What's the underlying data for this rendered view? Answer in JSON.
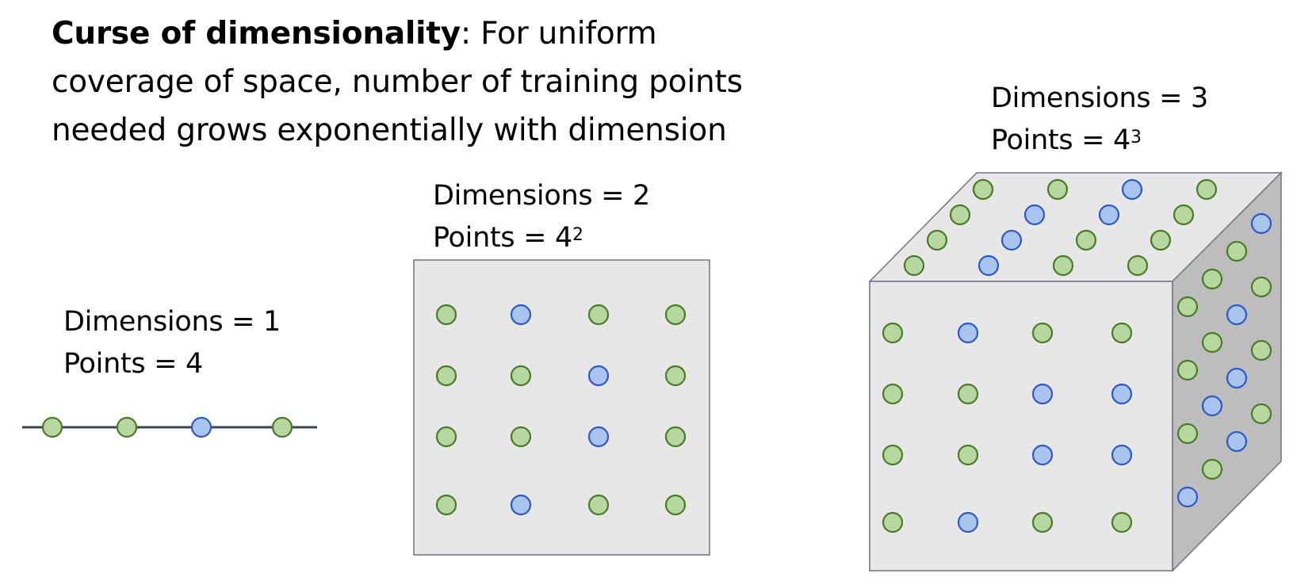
{
  "headline": {
    "bold": "Curse of dimensionality",
    "rest": ": For uniform",
    "line2": "coverage of space, number of training points",
    "line3": "needed grows exponentially with dimension"
  },
  "panels": [
    {
      "dimensions_text": "Dimensions = 1",
      "points_text": "Points = 4",
      "exponent": ""
    },
    {
      "dimensions_text": "Dimensions = 2",
      "points_text": "Points = 4",
      "exponent": "2"
    },
    {
      "dimensions_text": "Dimensions = 3",
      "points_text": "Points = 4",
      "exponent": "3"
    }
  ],
  "colors": {
    "green_fill": "#b7d7a0",
    "green_stroke": "#4a7a26",
    "blue_fill": "#a9c4ef",
    "blue_stroke": "#2e58c4",
    "face": "#e7e7e7",
    "side": "#bdbdbd",
    "edge": "#6e7480",
    "line": "#3a4450"
  },
  "points_1d": [
    "G",
    "G",
    "B",
    "G"
  ],
  "points_2d": [
    [
      "G",
      "B",
      "G",
      "G"
    ],
    [
      "G",
      "G",
      "B",
      "G"
    ],
    [
      "G",
      "G",
      "B",
      "G"
    ],
    [
      "G",
      "B",
      "G",
      "G"
    ]
  ],
  "points_3d_front": [
    [
      "G",
      "B",
      "G",
      "G"
    ],
    [
      "G",
      "G",
      "B",
      "B"
    ],
    [
      "G",
      "G",
      "B",
      "B"
    ],
    [
      "G",
      "B",
      "G",
      "G"
    ]
  ],
  "points_3d_top": [
    [
      "G",
      "G",
      "B",
      "G"
    ],
    [
      "G",
      "B",
      "B",
      "G"
    ],
    [
      "G",
      "B",
      "G",
      "G"
    ],
    [
      "G",
      "B",
      "G",
      "G"
    ]
  ],
  "points_3d_side": [
    [
      "G",
      "G",
      "G",
      "B"
    ],
    [
      "G",
      "G",
      "B",
      "G"
    ],
    [
      "G",
      "B",
      "B",
      "G"
    ],
    [
      "B",
      "G",
      "B",
      "G"
    ]
  ]
}
